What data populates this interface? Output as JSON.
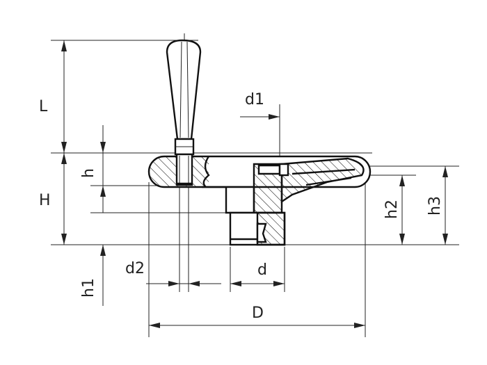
{
  "labels": {
    "L": "L",
    "d1": "d1",
    "h": "h",
    "H": "H",
    "h1": "h1",
    "h2": "h2",
    "h3": "h3",
    "d2": "d2",
    "d": "d",
    "D": "D"
  }
}
